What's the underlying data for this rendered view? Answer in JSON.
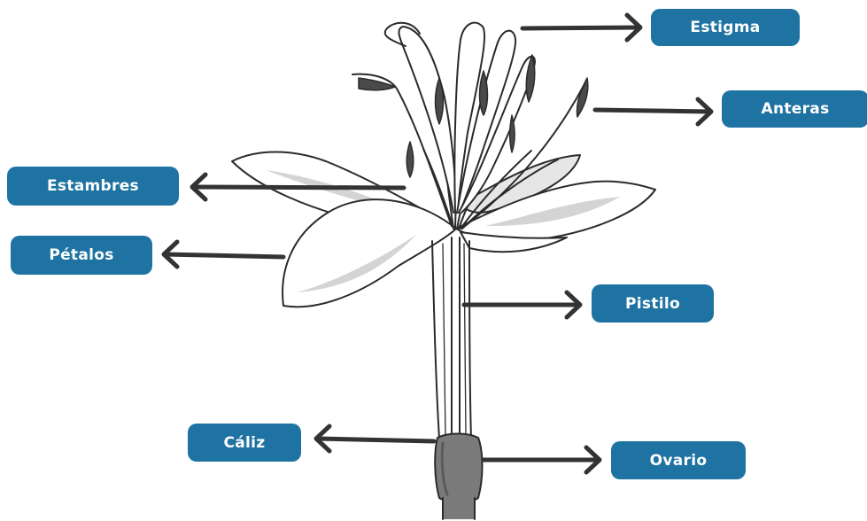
{
  "labels": {
    "estigma": "Estigma",
    "anteras": "Anteras",
    "estambres": "Estambres",
    "petalos": "Pétalos",
    "pistilo": "Pistilo",
    "caliz": "Cáliz",
    "ovario": "Ovario"
  },
  "colors": {
    "label_background": "#1f73a2",
    "label_text": "#ffffff",
    "arrow": "#333333",
    "outline": "#2b2b2b",
    "petal_shade": "#d4d4d4",
    "receptacle": "#7a7a7a"
  }
}
